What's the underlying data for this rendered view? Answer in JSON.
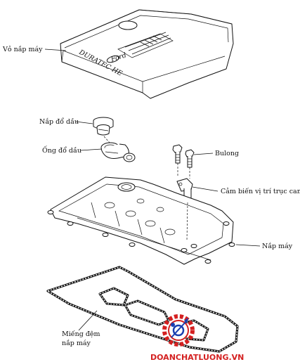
{
  "labels": {
    "engine_cover": "Vỏ nắp máy",
    "oil_filler_cap": "Nắp đổ dầu",
    "oil_filler_tube": "Ống đổ dầu",
    "bolt": "Bulong",
    "camshaft_sensor": "Cảm biến vị trí trục cam",
    "valve_cover": "Nắp máy",
    "gasket_line1": "Miếng đệm",
    "gasket_line2": "nắp máy"
  },
  "engine_cover_text": {
    "brand": "Ford",
    "model": "DURATEC HE"
  },
  "watermark": {
    "text": "DOANCHATLUONG.VN",
    "color": "#d42020"
  }
}
